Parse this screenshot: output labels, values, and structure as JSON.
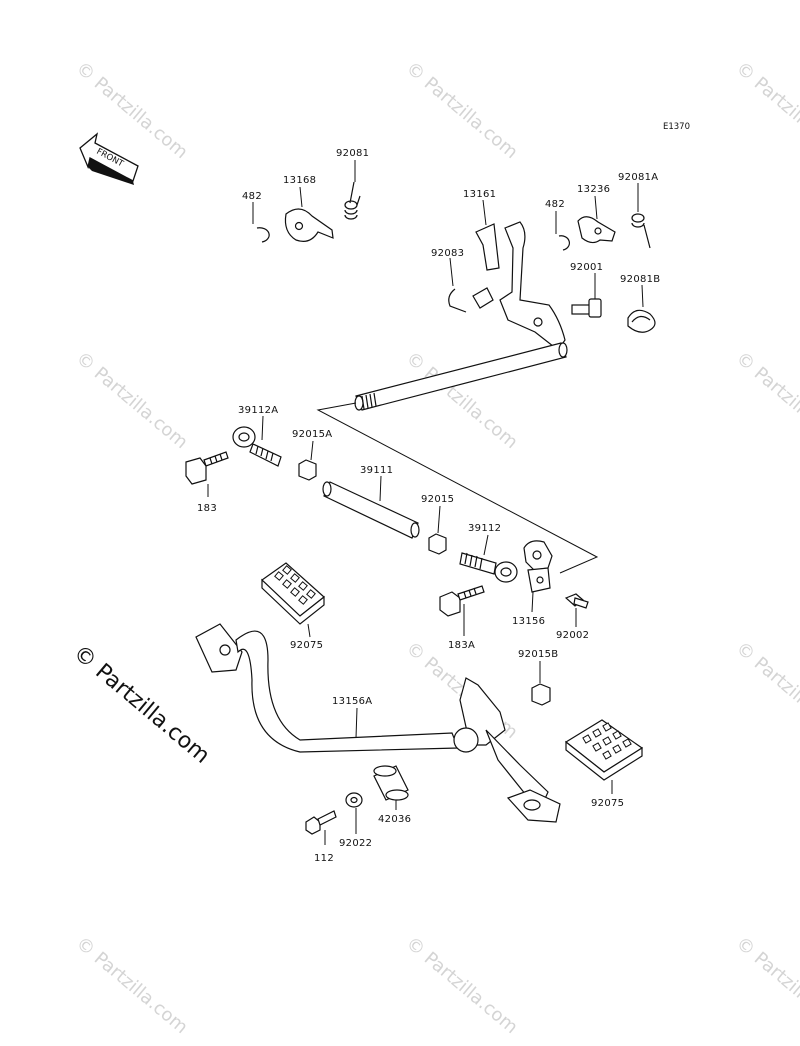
{
  "diagram": {
    "code": "E1370",
    "front_label": "FRONT",
    "copyright": "© Partzilla.com",
    "watermark": "© Partzilla.com",
    "part_labels": {
      "p482a": "482",
      "p13168": "13168",
      "p92081": "92081",
      "p13161": "13161",
      "p482b": "482",
      "p13236": "13236",
      "p92081A": "92081A",
      "p92083": "92083",
      "p92001": "92001",
      "p92081B": "92081B",
      "p39112A": "39112A",
      "p92015A": "92015A",
      "p183": "183",
      "p39111": "39111",
      "p92015": "92015",
      "p39112": "39112",
      "p13156": "13156",
      "p183A": "183A",
      "p92002": "92002",
      "p92075a": "92075",
      "p92015B": "92015B",
      "p13156A": "13156A",
      "p42036": "42036",
      "p92022": "92022",
      "p112": "112",
      "p92075b": "92075"
    }
  }
}
